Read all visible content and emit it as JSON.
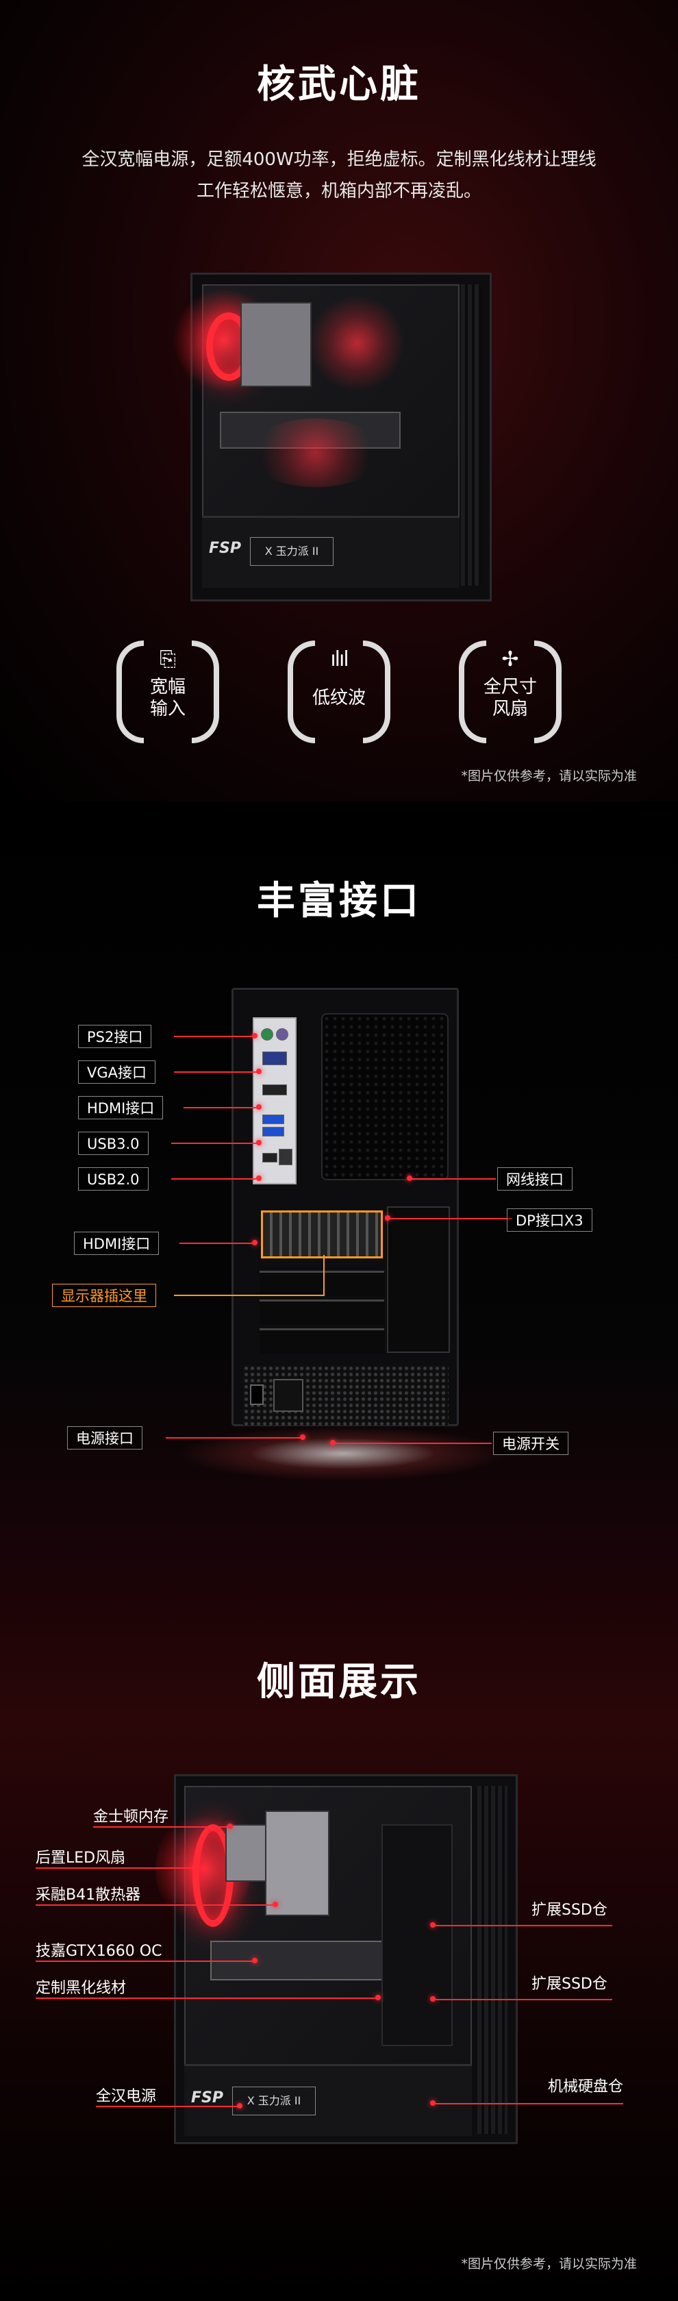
{
  "section1": {
    "title": "核武心脏",
    "desc_line1": "全汉宽幅电源，足额400W功率，拒绝虚标。定制黑化线材让理线",
    "desc_line2": "工作轻松惬意，机箱内部不再凌乱。",
    "psu_brand": "FSP",
    "psu_model": "X 玉力派 II",
    "features": [
      {
        "icon": "plug-icon",
        "line1": "宽幅",
        "line2": "输入"
      },
      {
        "icon": "wave-icon",
        "line1": "低纹波",
        "line2": ""
      },
      {
        "icon": "fan-icon",
        "line1": "全尺寸",
        "line2": "风扇"
      }
    ],
    "note": "*图片仅供参考，请以实际为准"
  },
  "section2": {
    "title": "丰富接口",
    "left_labels": [
      "PS2接口",
      "VGA接口",
      "HDMI接口",
      "USB3.0",
      "USB2.0",
      "HDMI接口"
    ],
    "gpu_label": "显示器插这里",
    "power_port": "电源接口",
    "right_labels": [
      "网线接口",
      "DP接口X3",
      "电源开关"
    ]
  },
  "section3": {
    "title": "侧面展示",
    "left_labels": [
      "金士顿内存",
      "后置LED风扇",
      "采融B41散热器",
      "技嘉GTX1660 OC",
      "定制黑化线材",
      "全汉电源"
    ],
    "right_labels": [
      "扩展SSD仓",
      "扩展SSD仓",
      "机械硬盘仓"
    ],
    "note": "*图片仅供参考，请以实际为准"
  },
  "colors": {
    "accent_red": "#ff2a35",
    "gpu_orange": "#ff9d1a"
  }
}
